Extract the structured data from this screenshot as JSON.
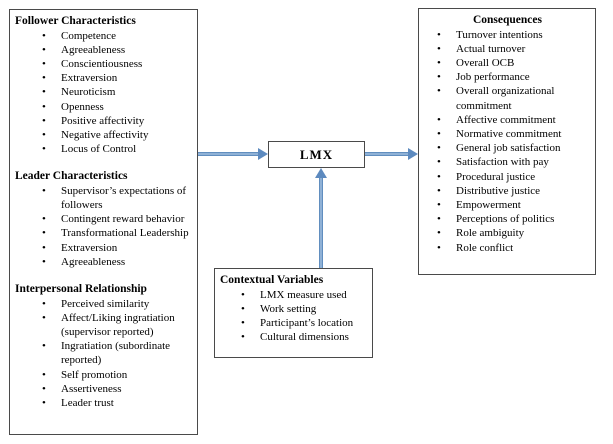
{
  "colors": {
    "arrow": "#5d8abf",
    "arrow_dark": "#4a7cb3",
    "arrow_light": "#a6c3e2",
    "border": "#4a4a4a",
    "text": "#000000",
    "background": "#ffffff"
  },
  "antecedents": {
    "sections": [
      {
        "title": "Follower Characteristics",
        "items": [
          "Competence",
          "Agreeableness",
          "Conscientiousness",
          "Extraversion",
          "Neuroticism",
          "Openness",
          "Positive affectivity",
          "Negative affectivity",
          "Locus of Control"
        ]
      },
      {
        "title": "Leader Characteristics",
        "items": [
          "Supervisor’s expectations of followers",
          "Contingent reward behavior",
          "Transformational Leadership",
          "Extraversion",
          "Agreeableness"
        ]
      },
      {
        "title": "Interpersonal Relationship",
        "items": [
          "Perceived similarity",
          "Affect/Liking ingratiation (supervisor reported)",
          "Ingratiation (subordinate reported)",
          "Self promotion",
          "Assertiveness",
          "Leader trust"
        ]
      }
    ]
  },
  "lmx": {
    "label": "LMX"
  },
  "contextual": {
    "title": "Contextual Variables",
    "items": [
      "LMX measure used",
      "Work setting",
      "Participant’s location",
      "Cultural dimensions"
    ]
  },
  "consequences": {
    "title": "Consequences",
    "items": [
      "Turnover intentions",
      "Actual turnover",
      "Overall OCB",
      "Job performance",
      "Overall organizational commitment",
      "Affective commitment",
      "Normative commitment",
      "General job satisfaction",
      "Satisfaction with pay",
      "Procedural justice",
      "Distributive justice",
      "Empowerment",
      "Perceptions of politics",
      "Role ambiguity",
      "Role conflict"
    ]
  }
}
